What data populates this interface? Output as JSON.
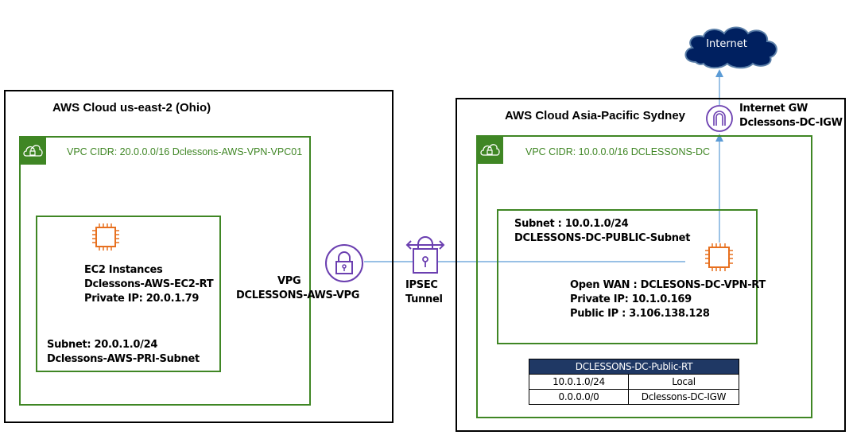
{
  "internet": {
    "label": "Internet"
  },
  "left_region": {
    "title": "AWS Cloud us-east-2 (Ohio)",
    "vpc_label": "VPC CIDR: 20.0.0.0/16 Dclessons-AWS-VPN-VPC01",
    "subnet": {
      "ec2_lines": [
        "EC2 Instances",
        "Dclessons-AWS-EC2-RT",
        "Private IP: 20.0.1.79"
      ],
      "subnet_lines": [
        "Subnet: 20.0.1.0/24",
        "Dclessons-AWS-PRI-Subnet"
      ]
    },
    "vpg_lines": [
      "VPG",
      "DCLESSONS-AWS-VPG"
    ]
  },
  "tunnel": {
    "lines": [
      "IPSEC",
      "Tunnel"
    ]
  },
  "right_region": {
    "title": "AWS Cloud Asia-Pacific Sydney",
    "igw_lines": [
      "Internet GW",
      "Dclessons-DC-IGW"
    ],
    "vpc_label": "VPC CIDR: 10.0.0.0/16 DCLESSONS-DC",
    "subnet": {
      "subnet_lines": [
        "Subnet : 10.0.1.0/24",
        "DCLESSONS-DC-PUBLIC-Subnet"
      ],
      "instance_lines": [
        "Open WAN : DCLESONS-DC-VPN-RT",
        "Private IP: 10.1.0.169",
        "Public IP : 3.106.138.128"
      ]
    },
    "route_table": {
      "title": "DCLESSONS-DC-Public-RT",
      "rows": [
        {
          "destination": "10.0.1.0/24",
          "target": "Local"
        },
        {
          "destination": "0.0.0.0/0",
          "target": "Dclessons-DC-IGW"
        }
      ]
    }
  },
  "colors": {
    "vpc_green": "#3f8624",
    "ec2_orange": "#e7701f",
    "gateway_purple": "#6b3fb0",
    "link_blue": "#5b9bd5",
    "internet_navy": "#002060",
    "table_header": "#1f3864"
  }
}
